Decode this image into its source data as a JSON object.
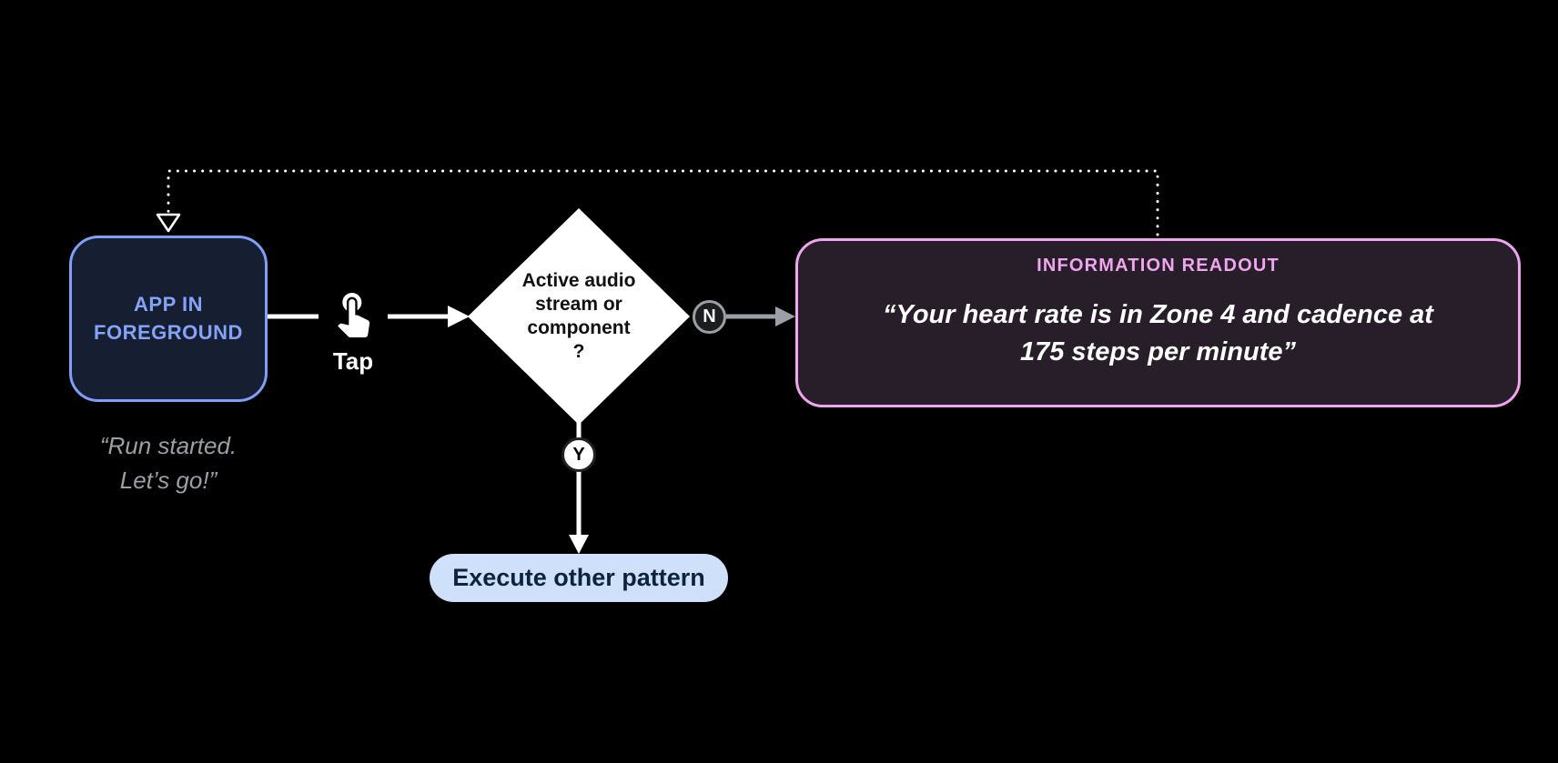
{
  "app_box": {
    "lines": [
      "APP IN",
      "FOREGROUND"
    ],
    "quote_lines": [
      "“Run started.",
      "Let’s go!”"
    ]
  },
  "tap": {
    "icon": "tap-gesture-icon",
    "label": "Tap"
  },
  "decision": {
    "lines": [
      "Active audio",
      "stream or",
      "component",
      "?"
    ]
  },
  "branches": {
    "no": "N",
    "yes": "Y"
  },
  "readout": {
    "title": "INFORMATION READOUT",
    "quote_lines": [
      "“Your heart rate is in Zone 4 and cadence at",
      "175 steps per minute”"
    ]
  },
  "action": {
    "label": "Execute other pattern"
  },
  "colors": {
    "background": "#000000",
    "app_accent": "#7f9ff8",
    "app_fill": "#161f31",
    "readout_accent": "#f0a6ef",
    "readout_fill": "#281e2a",
    "pill_fill": "#cfe0fb",
    "pill_text": "#0c2440",
    "muted_gray": "#9aa0a6",
    "line_white": "#ffffff",
    "badge_no_fill": "#1b1d1f",
    "badge_yes_fill": "#ffffff"
  }
}
